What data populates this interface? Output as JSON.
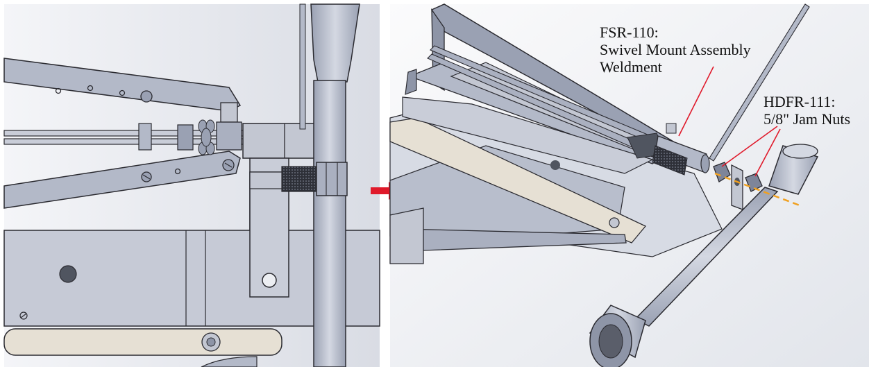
{
  "colors": {
    "steel": "#b9bfce",
    "steel_dark": "#8e95a7",
    "outline": "#2a2a30",
    "beige": "#e6e0d4",
    "leader": "#e0192a",
    "axis": "#f0a020",
    "arrow": "#e0192a"
  },
  "callouts": {
    "fsr": {
      "part": "FSR-110:",
      "line1": "Swivel Mount Assembly",
      "line2": "Weldment"
    },
    "hdfr": {
      "part": "HDFR-111:",
      "line1": "5/8\" Jam Nuts"
    }
  },
  "icons": {
    "transition": "right-arrow-icon"
  }
}
